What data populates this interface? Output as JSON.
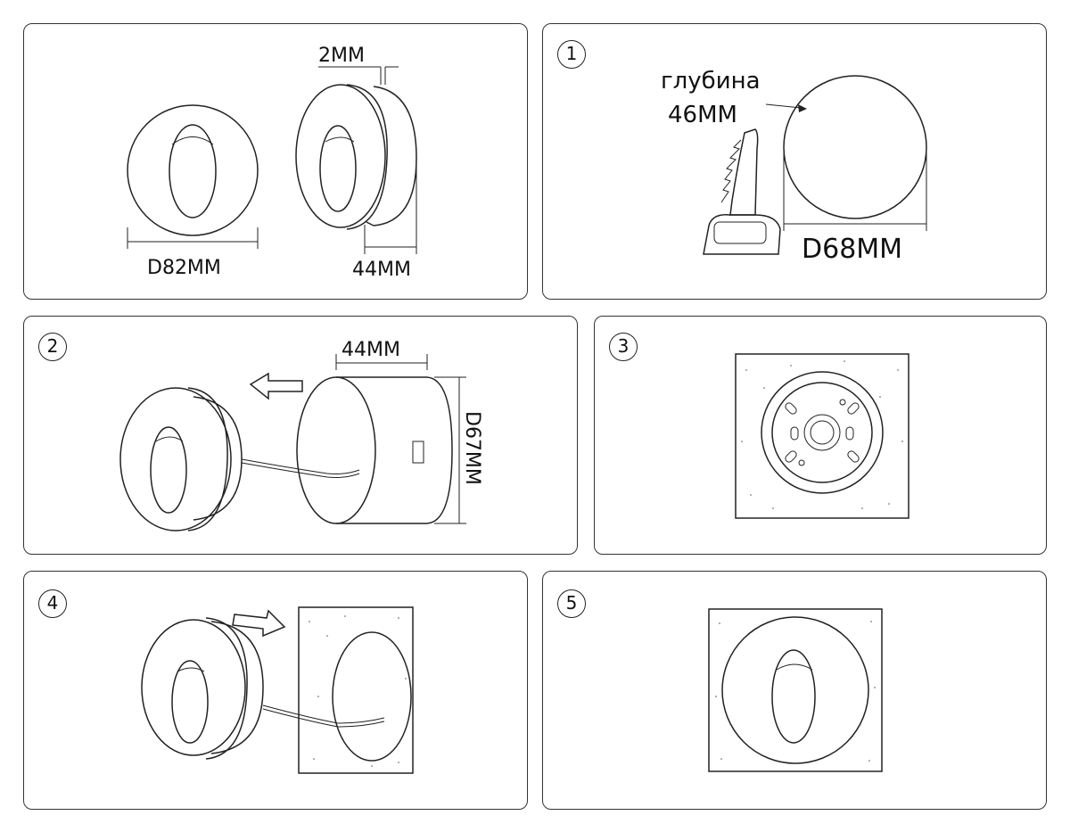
{
  "panels": {
    "overview": {
      "dim_face_diameter": "D82MM",
      "dim_rim_thickness": "2MM",
      "dim_body_depth": "44MM"
    },
    "step1": {
      "number": "1",
      "depth_word": "глубина",
      "depth_value": "46MM",
      "hole_diameter": "D68MM"
    },
    "step2": {
      "number": "2",
      "box_depth": "44MM",
      "box_diameter": "D67MM"
    },
    "step3": {
      "number": "3"
    },
    "step4": {
      "number": "4"
    },
    "step5": {
      "number": "5"
    }
  }
}
